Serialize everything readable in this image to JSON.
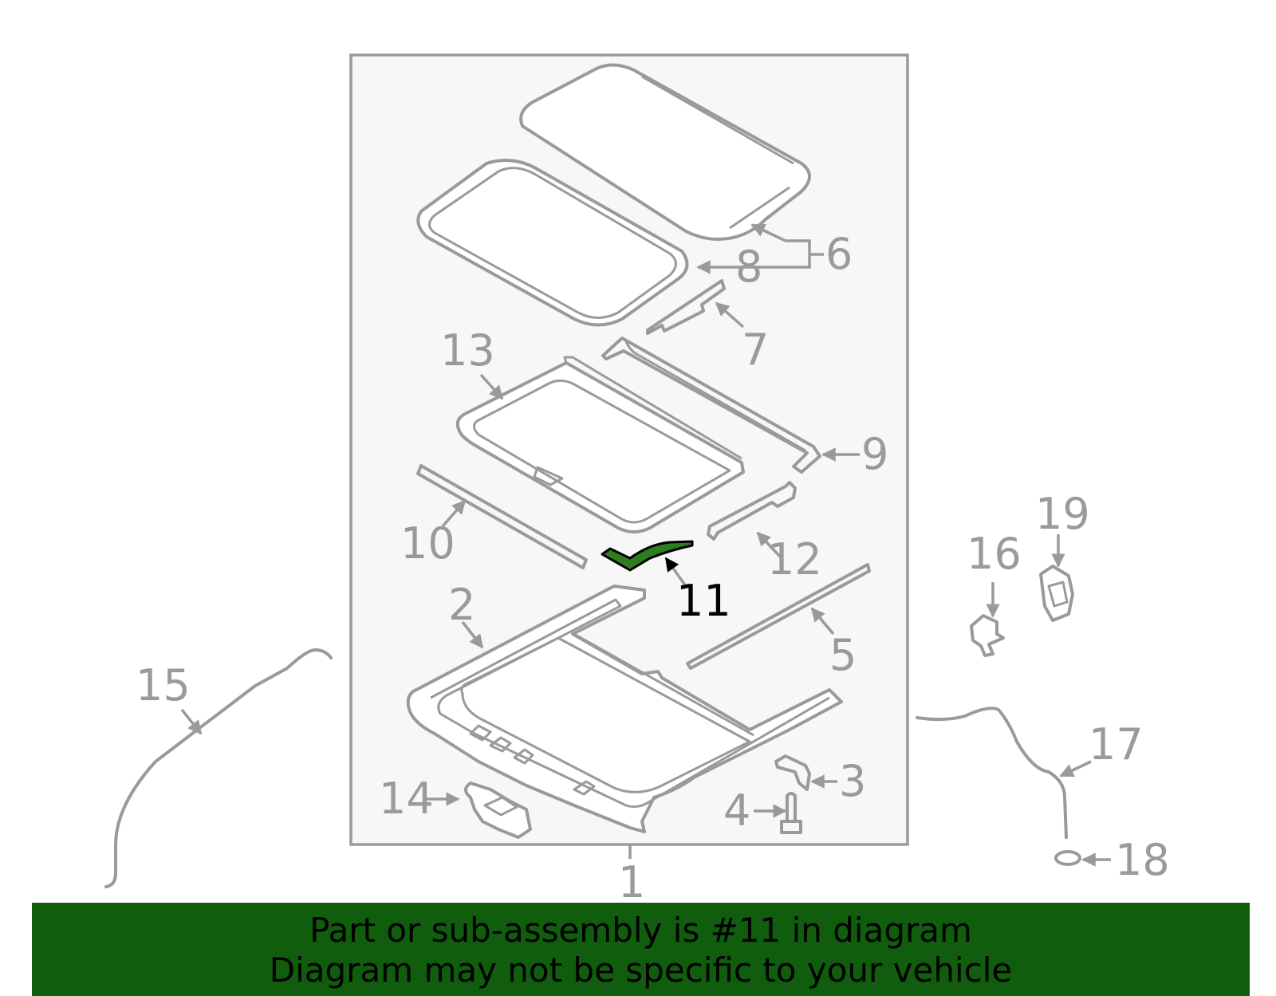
{
  "diagram": {
    "labels": {
      "l1": "1",
      "l2": "2",
      "l3": "3",
      "l4": "4",
      "l5": "5",
      "l6": "6",
      "l7": "7",
      "l8": "8",
      "l9": "9",
      "l10": "10",
      "l11": "11",
      "l12": "12",
      "l13": "13",
      "l14": "14",
      "l15": "15",
      "l16": "16",
      "l17": "17",
      "l18": "18",
      "l19": "19"
    },
    "highlighted_part": "11",
    "colors": {
      "line": "#9a9a9a",
      "highlight": "#2e7d1f",
      "banner": "#0f5d0d",
      "panel": "#f7f7f7"
    }
  },
  "banner": {
    "line1": "Part or sub-assembly is #11 in diagram",
    "line2": "Diagram may not be specific to your vehicle"
  }
}
